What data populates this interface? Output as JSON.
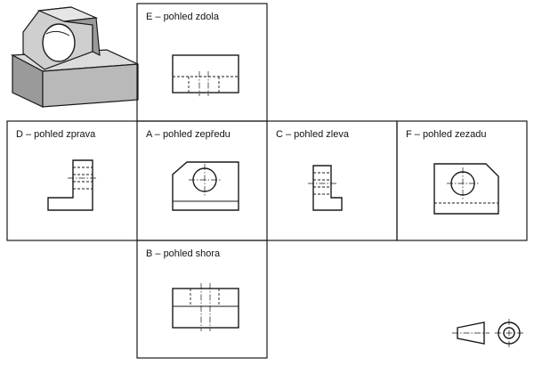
{
  "views": {
    "e": {
      "label": "E – pohled zdola"
    },
    "d": {
      "label": "D – pohled zprava"
    },
    "a": {
      "label": "A – pohled zepředu"
    },
    "c": {
      "label": "C – pohled zleva"
    },
    "f": {
      "label": "F – pohled zezadu"
    },
    "b": {
      "label": "B – pohled shora"
    }
  },
  "colors": {
    "line": "#1a1a1a",
    "iso_top": "#dcdcdc",
    "iso_front": "#bdbdbd",
    "iso_side": "#8f8f8f"
  },
  "icons": {
    "projection_symbol": "first-angle-projection-icon"
  }
}
